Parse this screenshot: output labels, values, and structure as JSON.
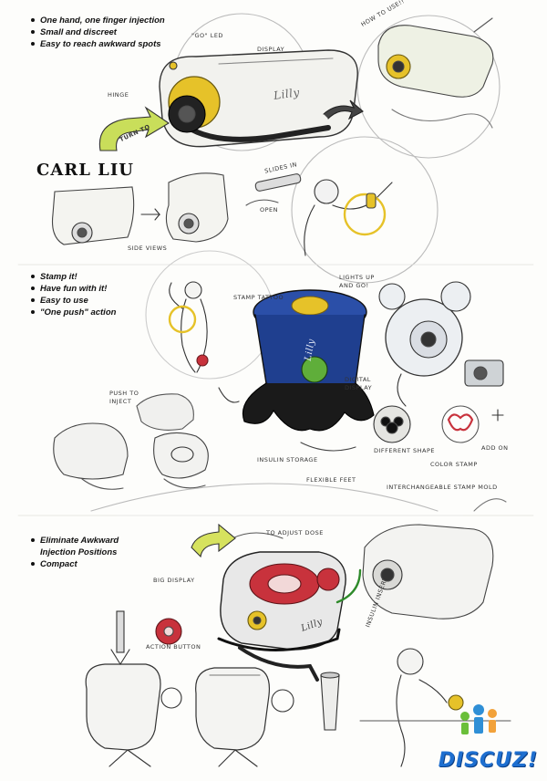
{
  "section1": {
    "bullets": [
      "One hand, one finger injection",
      "Small and discreet",
      "Easy to reach awkward spots"
    ],
    "labels": {
      "go_led": "\"GO\" LED",
      "display": "DISPLAY",
      "hinge": "HINGE",
      "how_to_use": "HOW TO USE!!",
      "turn_to": "TURN TO",
      "slides_in": "SLIDES IN",
      "open": "OPEN",
      "side_views": "SIDE VIEWS",
      "brand": "Lilly"
    },
    "signature": "CARL LIU"
  },
  "section2": {
    "bullets": [
      "Stamp it!",
      "Have fun with it!",
      "Easy to use",
      "\"One push\" action"
    ],
    "labels": {
      "stamp_tattoo": "STAMP TATTOO",
      "lights_up_and_go": "LIGHTS UP AND GO!",
      "digital_display": "DIGITAL DISPLAY",
      "push_to_inject": "PUSH TO INJECT",
      "insulin_storage": "INSULIN STORAGE",
      "flexible_feet": "FLEXIBLE FEET",
      "different_shape": "DIFFERENT SHAPE",
      "color_stamp": "COLOR STAMP",
      "add_on": "ADD ON",
      "interchangeable_stamp_mold": "INTERCHANGEABLE STAMP MOLD",
      "brand": "Lilly"
    }
  },
  "section3": {
    "bullets": [
      "Eliminate Awkward",
      "Injection Positions",
      "Compact"
    ],
    "labels": {
      "to_adjust_dose": "TO ADJUST DOSE",
      "big_display": "BIG DISPLAY",
      "insulin_insert": "INSULIN INSERT",
      "action_button": "ACTION BUTTON",
      "brand": "Lilly"
    }
  },
  "watermark": "DISCUZ!",
  "colors": {
    "pen_yellow": "#e6c229",
    "pen_gray": "#9a9a94",
    "stamp_blue": "#1f3f8f",
    "stamp_black": "#1a1a1a",
    "stamp_green": "#5fae3a",
    "injector_red": "#c8323c",
    "line": "#3a3a3a",
    "watermark_blue": "#1e6fd0"
  }
}
